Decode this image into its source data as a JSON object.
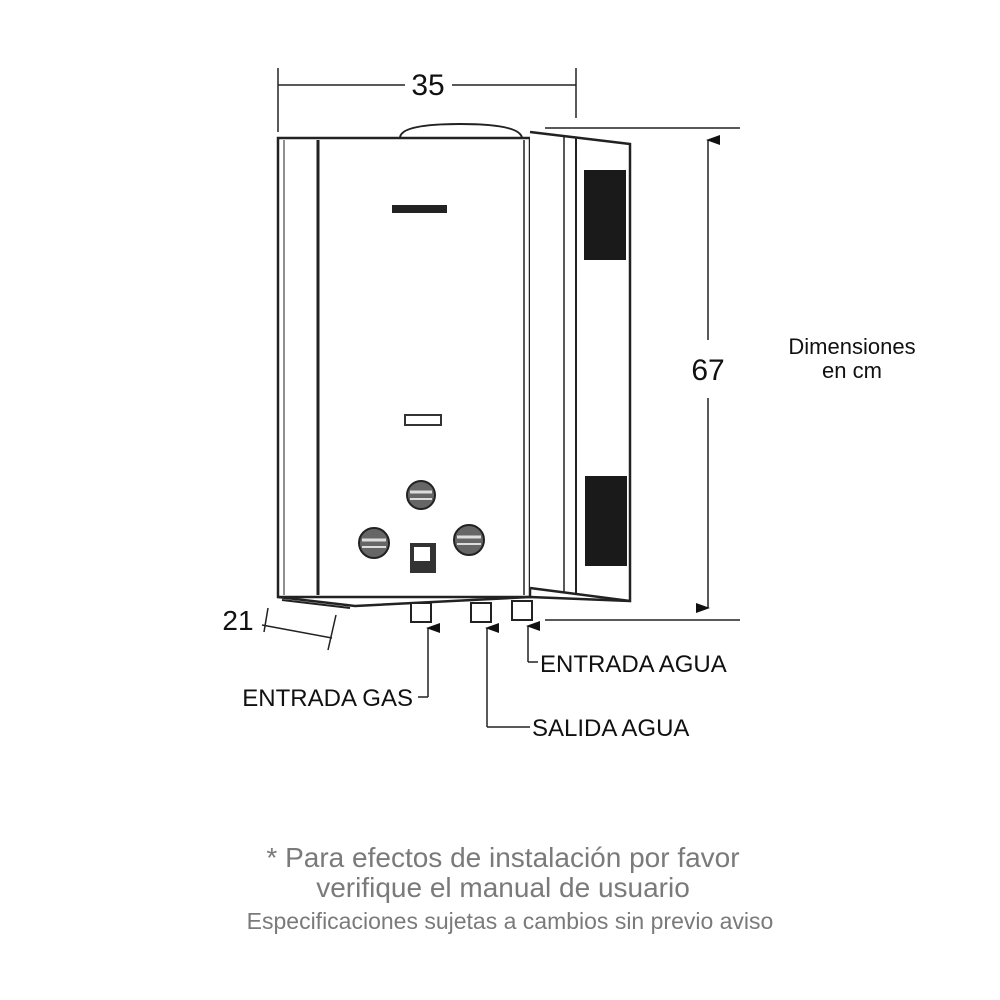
{
  "dimensions": {
    "width": "35",
    "height": "67",
    "depth": "21",
    "units_note_line1": "Dimensiones",
    "units_note_line2": "en cm"
  },
  "connections": {
    "gas_inlet": "ENTRADA GAS",
    "water_outlet": "SALIDA AGUA",
    "water_inlet": "ENTRADA AGUA"
  },
  "footer": {
    "line1": "* Para efectos de instalación por favor",
    "line2": "verifique el manual de usuario",
    "line3": "Especificaciones sujetas a cambios sin previo aviso"
  }
}
